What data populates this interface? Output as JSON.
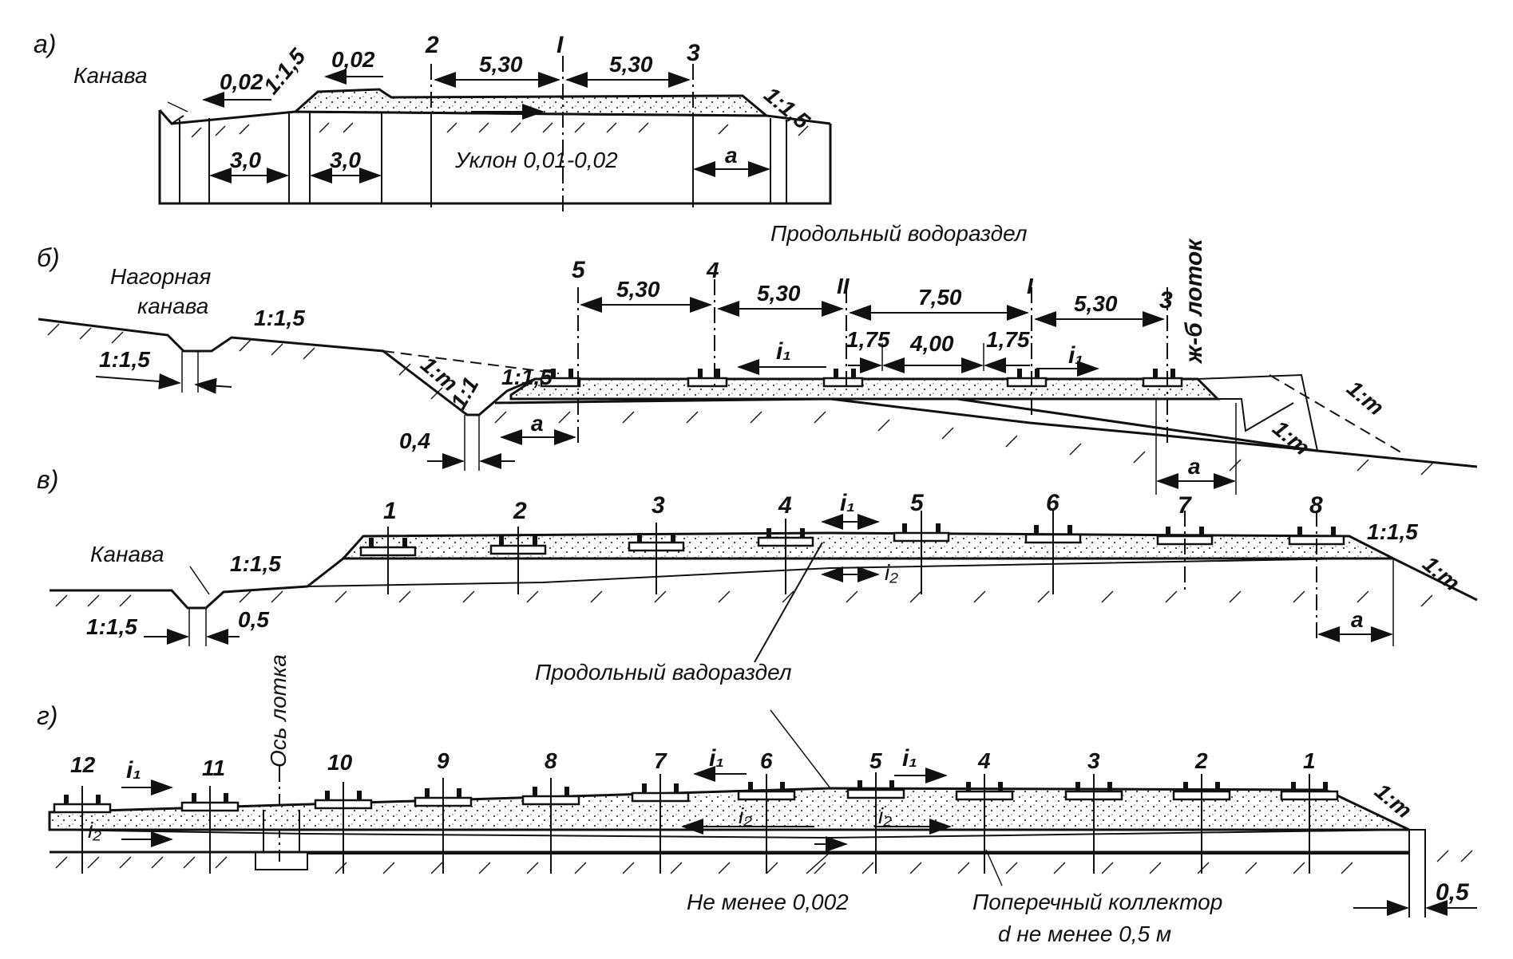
{
  "a": {
    "letter": "а)",
    "ditch": "Канава",
    "slope_left_1": "0,02",
    "slope_ratio_1": "1:1,5",
    "slope_left_2": "0,02",
    "track_2": "2",
    "width_2_I": "5,30",
    "axis_I": "I",
    "width_I_3": "5,30",
    "track_3": "3",
    "slope_right": "1:1,5",
    "dim_1": "3,0",
    "dim_2": "3,0",
    "gradient": "Уклон 0,01-0,02",
    "dim_a": "a"
  },
  "b": {
    "letter": "б)",
    "watershed": "Продольный водораздел",
    "upland_ditch_1": "Нагорная",
    "upland_ditch_2": "канава",
    "slope_top": "1:1,5",
    "slope_ditch_left": "1:1,5",
    "slope_cut": "1:m",
    "slope_1_1": "1:1",
    "slope_1_5": "1:1,5",
    "dim_04": "0,4",
    "dim_a_left": "a",
    "track_5": "5",
    "w_5_4": "5,30",
    "track_4": "4",
    "w_4_II": "5,30",
    "axis_II": "II",
    "w_II_I": "7,50",
    "axis_I": "I",
    "w_I_3": "5,30",
    "track_3": "3",
    "tray": "ж-б лоток",
    "d175a": "1,75",
    "d400": "4,00",
    "d175b": "1,75",
    "i1_left": "i₁",
    "i1_right": "i₁",
    "slope_fill_1": "1:m",
    "slope_fill_2": "1:m",
    "dim_a_right": "a"
  },
  "c": {
    "letter": "в)",
    "ditch": "Канава",
    "slope_ditch_r": "1:1,5",
    "slope_ditch_l": "1:1,5",
    "dim_05": "0,5",
    "tracks": [
      "1",
      "2",
      "3",
      "4",
      "5",
      "6",
      "7",
      "8"
    ],
    "i1": "i₁",
    "i2": "i₂",
    "slope_end": "1:1,5",
    "slope_m": "1:m",
    "dim_a": "a",
    "watershed": "Продольный вадораздел"
  },
  "d": {
    "letter": "г)",
    "tray_axis": "Ось лотка",
    "tracks": [
      "12",
      "11",
      "10",
      "9",
      "8",
      "7",
      "6",
      "5",
      "4",
      "3",
      "2",
      "1"
    ],
    "i1_a": "i₁",
    "i2_a": "i₂",
    "i1_b": "i₁",
    "i2_b": "i₂",
    "i1_c": "i₁",
    "i2_c": "i₂",
    "slope_m": "1:m",
    "dim_05": "0,5",
    "min_slope": "Не менее 0,002",
    "collector_1": "Поперечный коллектор",
    "collector_2": "d не менее 0,5 м"
  }
}
